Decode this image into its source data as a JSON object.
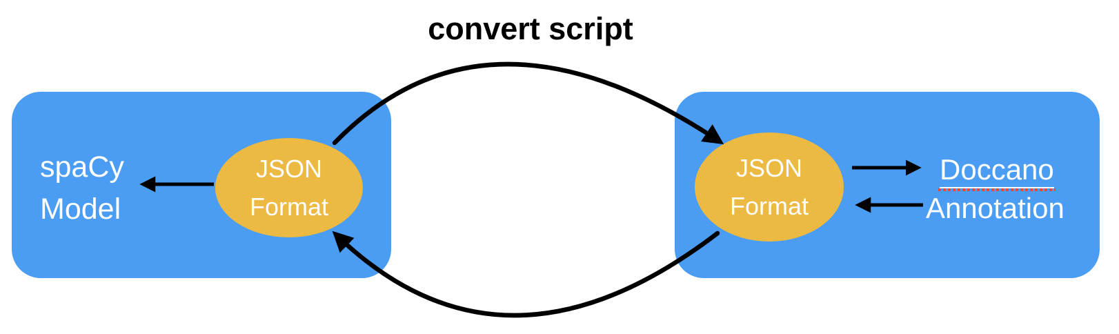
{
  "title": "convert script",
  "left_box": {
    "label": {
      "line1": "spaCy",
      "line2": "Model"
    },
    "ellipse": {
      "line1": "JSON",
      "line2": "Format"
    }
  },
  "right_box": {
    "ellipse": {
      "line1": "JSON",
      "line2": "Format"
    },
    "link": "Doccano",
    "label": "Annotation"
  },
  "edges": [
    {
      "from": "left-json-format",
      "to": "right-json-format",
      "label": "convert script",
      "style": "curved-top-arrow"
    },
    {
      "from": "right-json-format",
      "to": "left-json-format",
      "style": "curved-bottom-arrow"
    },
    {
      "from": "left-json-format",
      "to": "spacy-model",
      "style": "straight-arrow"
    },
    {
      "from": "right-json-format",
      "to": "doccano",
      "style": "straight-arrow"
    },
    {
      "from": "annotation",
      "to": "right-json-format",
      "style": "straight-arrow"
    }
  ],
  "colors": {
    "box_blue": "#4a9df3",
    "ellipse_orange": "#ecb942",
    "label_white": "#ffffff",
    "title_black": "#000000",
    "arrow_black": "#000000",
    "spellcheck_red": "#e64c3c"
  }
}
